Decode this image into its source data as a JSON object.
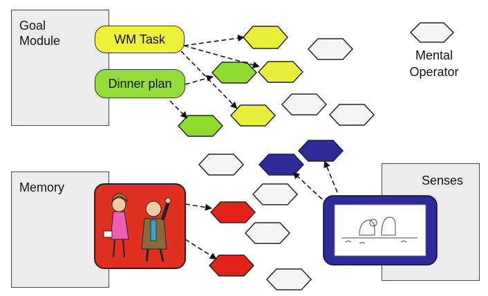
{
  "goal_module": {
    "label": "Goal\nModule"
  },
  "memory_module": {
    "label": "Memory"
  },
  "senses_module": {
    "label": "Senses"
  },
  "goals": [
    {
      "label": "WM Task",
      "color": "#eef03a"
    },
    {
      "label": "Dinner plan",
      "color": "#95dd3a"
    }
  ],
  "legend": {
    "label": "Mental\nOperator"
  },
  "colors": {
    "yellow": "#e9ee3b",
    "green": "#8fdb2f",
    "red": "#e32219",
    "blue": "#2e2a9a",
    "white": "#f5f5f5",
    "memory_panel": "#e03020",
    "senses_frame": "#2e2a9a"
  },
  "icons": {
    "memory_image": "two-arguing-cartoon-people",
    "senses_image": "cartoon-cat-and-dog-sketch"
  }
}
